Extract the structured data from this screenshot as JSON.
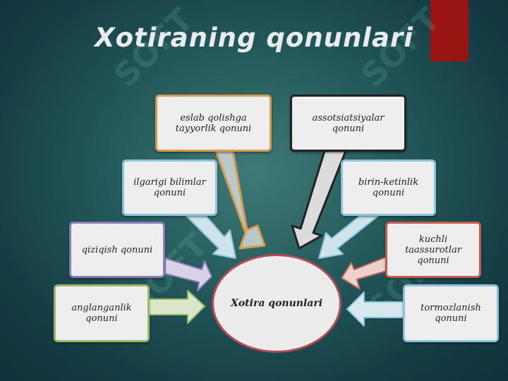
{
  "title": "Xotiraning qonunlari",
  "center_label": "Xotira qonunlari",
  "laws": {
    "eslab": "eslab qolishga tayyorlik qonuni",
    "assotsiatsiyalar": "assotsiatsiyalar qonuni",
    "ilgarigi": "ilgarigi bilimlar qonuni",
    "birin": "birin-ketinlik qonuni",
    "qiziqish": "qiziqish qonuni",
    "kuchli": "kuchli taassurotlar qonuni",
    "anglanganlik": "anglanganlik qonuni",
    "tormozlanish": "tormozlanish qonuni"
  },
  "watermark": "SOFT",
  "colors": {
    "accent": "#9b1414",
    "eslab": "#d99a4e",
    "assotsiatsiyalar": "#222222",
    "ilgarigi": "#8fc3dc",
    "birin": "#8fc3dc",
    "qiziqish": "#8a7bb8",
    "kuchli": "#c05b4e",
    "anglanganlik": "#9bb86a",
    "tormozlanish": "#8fc3dc"
  }
}
